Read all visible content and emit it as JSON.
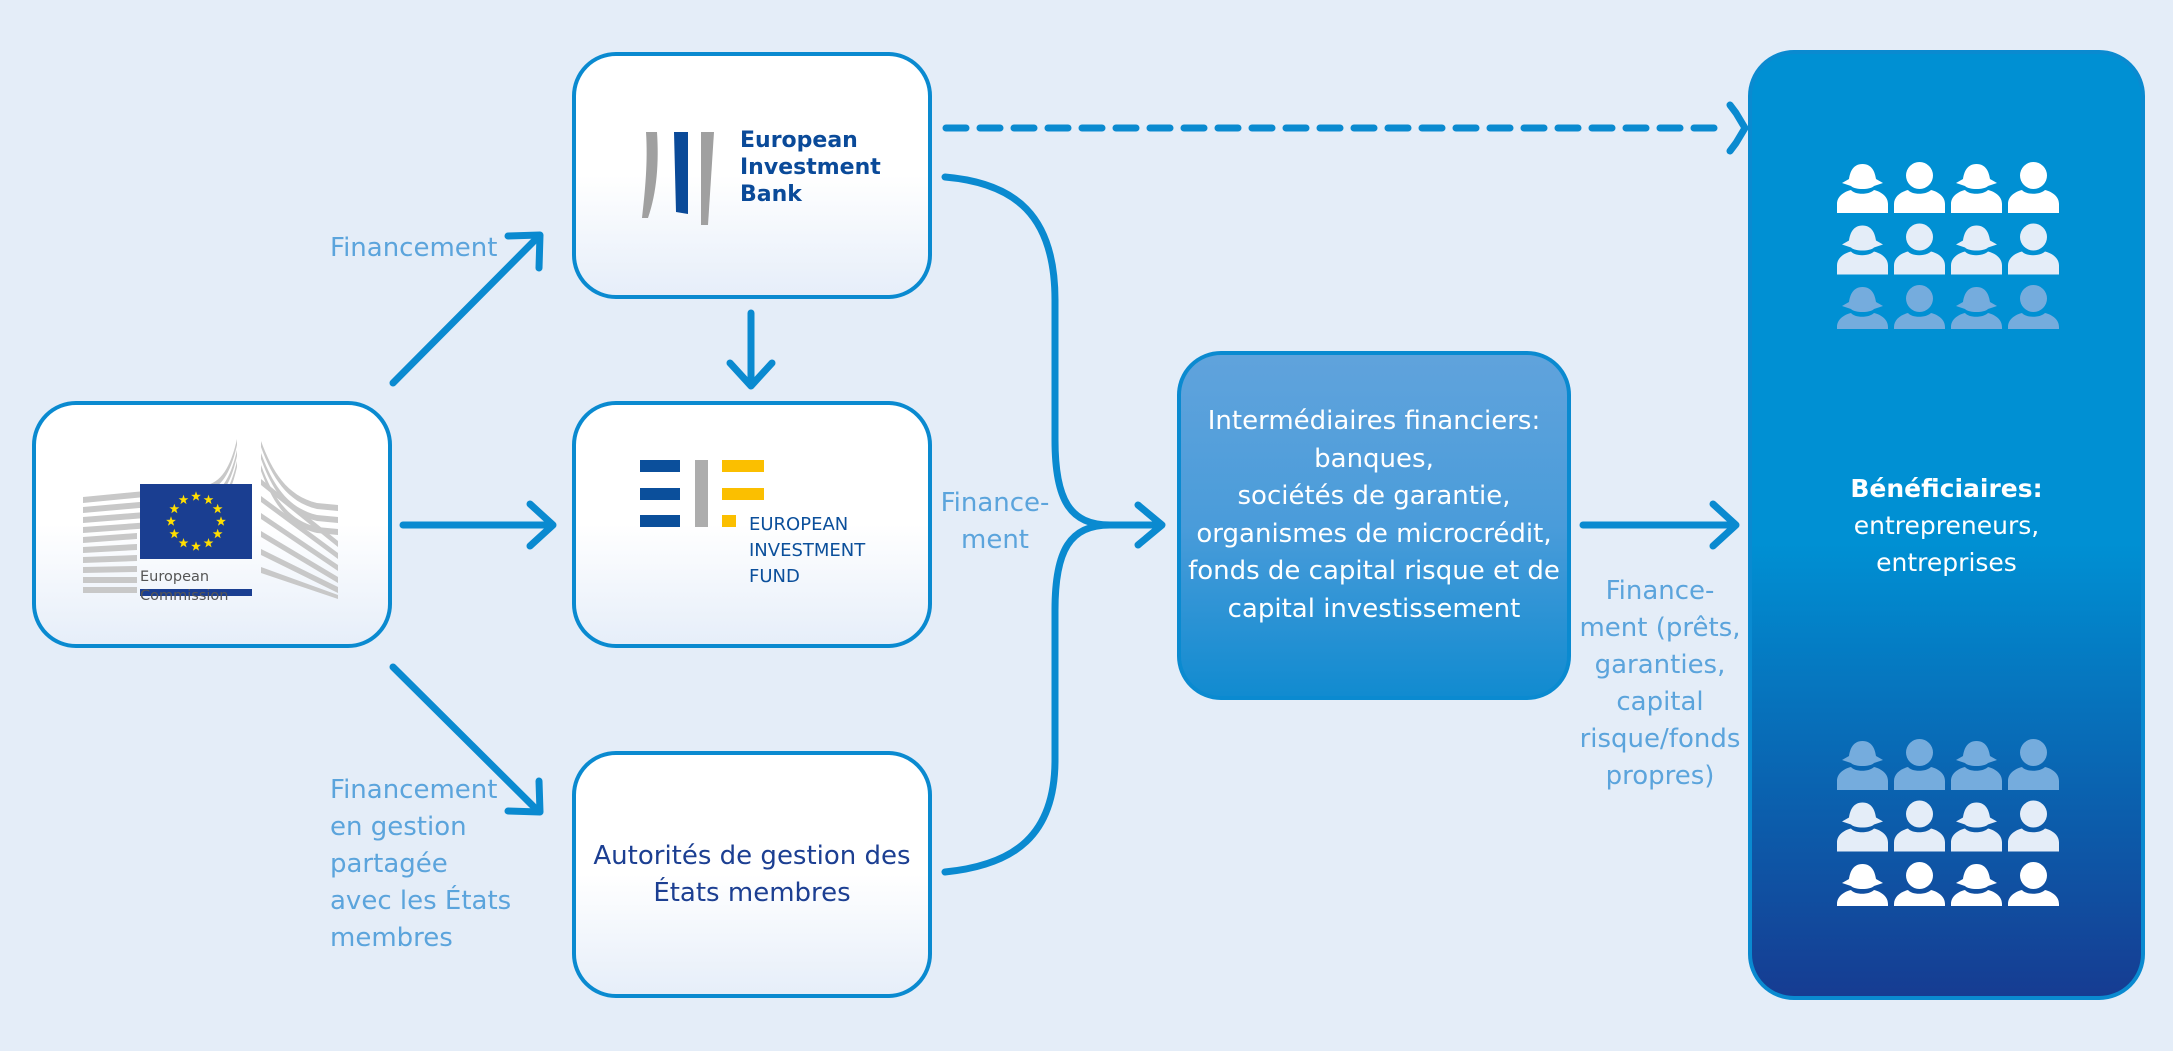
{
  "diagram": {
    "nodes": {
      "european_commission": {
        "logo_text_line1": "European",
        "logo_text_line2": "Commission",
        "flag_stars": 12
      },
      "eib": {
        "logo_text_line1": "European",
        "logo_text_line2": "Investment",
        "logo_text_line3": "Bank"
      },
      "eif": {
        "logo_text_line1": "EUROPEAN",
        "logo_text_line2": "INVESTMENT",
        "logo_text_line3": "FUND"
      },
      "managing_authorities": {
        "line1": "Autorités de gestion des",
        "line2": "États membres"
      },
      "financial_intermediaries": {
        "line1": "Intermédiaires financiers:",
        "line2": "banques,",
        "line3": "sociétés de garantie,",
        "line4": "organismes de microcrédit,",
        "line5": "fonds de capital risque et de",
        "line6": "capital investissement"
      },
      "beneficiaries": {
        "title": "Bénéficiaires:",
        "line1": "entrepreneurs,",
        "line2": "entreprises",
        "people_icon_rows": 3,
        "people_icon_cols": 4
      }
    },
    "edge_labels": {
      "ec_to_eib": "Financement",
      "ec_to_ma": {
        "line1": "Financement",
        "line2": "en gestion",
        "line3": "partagée",
        "line4": "avec les États",
        "line5": "membres"
      },
      "to_intermediaries": {
        "line1": "Finance-",
        "line2": "ment"
      },
      "intermediaries_to_beneficiaries": {
        "line1": "Finance-",
        "line2": "ment (prêts,",
        "line3": "garanties,",
        "line4": "capital",
        "line5": "risque/fonds",
        "line6": "propres)"
      }
    },
    "colors": {
      "background": "#e4edf8",
      "arrow": "#0a8ad0",
      "label": "#5ba4dc",
      "eu_blue": "#1a3e91",
      "eu_yellow": "#ffde00",
      "eif_blue": "#0b4f9b",
      "eif_yellow": "#fbbf00"
    }
  }
}
